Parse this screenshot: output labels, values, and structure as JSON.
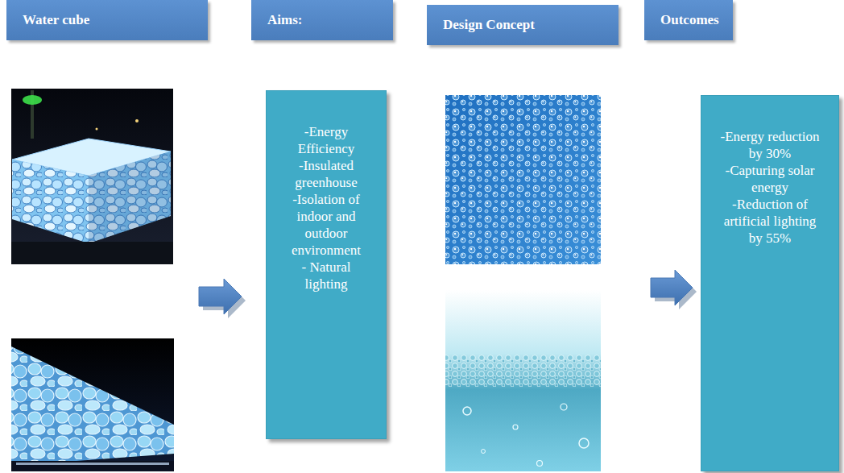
{
  "diagram": {
    "nodes": [
      {
        "text": [
          "Water cube"
        ]
      },
      {
        "text": [
          "Aims:"
        ]
      },
      {
        "text": [
          "Design Concept"
        ]
      },
      {
        "text": [
          "Outcomes"
        ]
      },
      {
        "text": [
          "-Energy Efficiency",
          "-Insulated greenhouse",
          "-Isolation of indoor and outdoor environment",
          "- Natural lighting"
        ]
      },
      {
        "text": [
          "-Energy reduction by 30%",
          "-Capturing solar energy",
          "-Reduction of artificial lighting by 55%"
        ]
      }
    ]
  }
}
